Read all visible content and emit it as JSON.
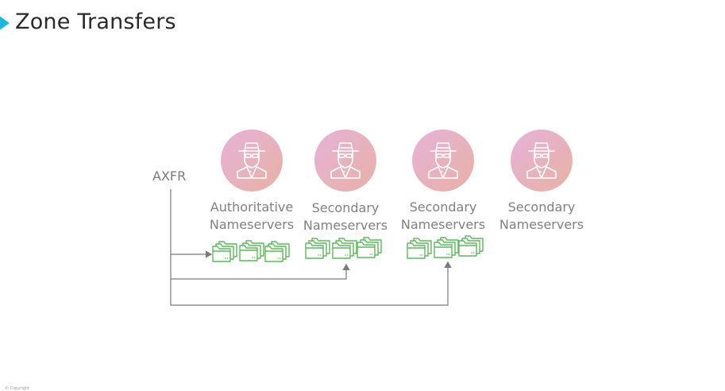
{
  "title": "Zone Transfers",
  "axfr_label": "AXFR",
  "servers": [
    {
      "line1": "Authoritative",
      "line2": "Nameservers"
    },
    {
      "line1": "Secondary",
      "line2": "Nameservers"
    },
    {
      "line1": "Secondary",
      "line2": "Nameservers"
    },
    {
      "line1": "Secondary",
      "line2": "Nameservers"
    }
  ],
  "colors": {
    "avatar_gradient_start": "#e6b3d9",
    "avatar_gradient_end": "#e8b0a5",
    "folder_stroke": "#5cb85c",
    "arrow": "#7a7a7a",
    "logo": "#1fb6e0"
  },
  "footer": "© Copyright"
}
